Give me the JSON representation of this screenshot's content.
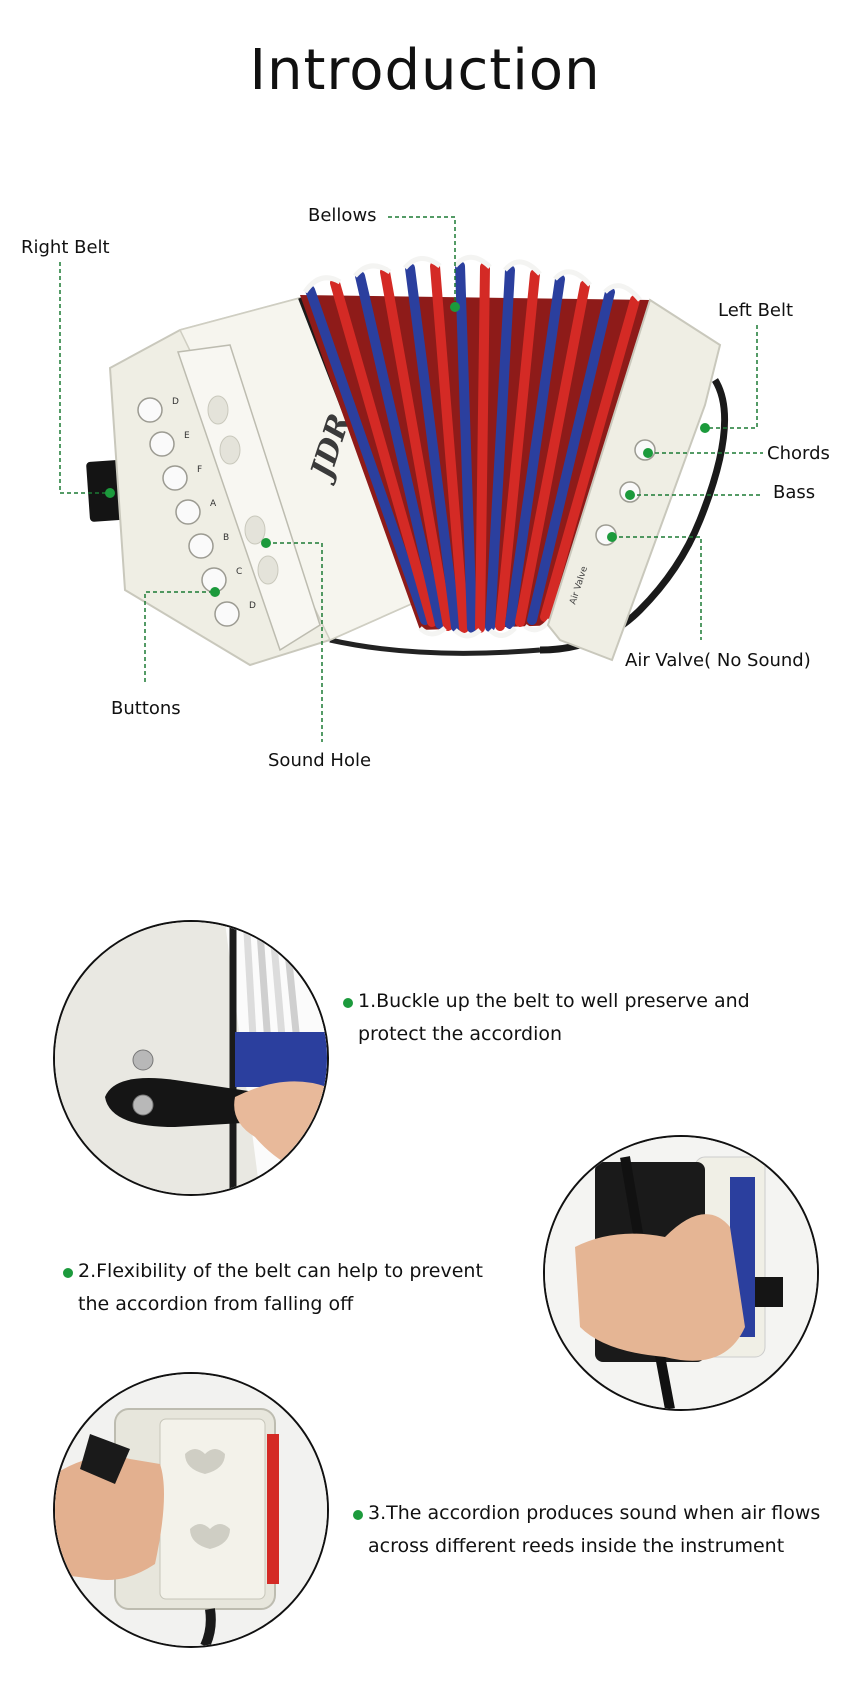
{
  "page": {
    "title": "Introduction"
  },
  "diagram": {
    "brand_logo": "JDR",
    "air_valve_engraving": "Air Valve",
    "button_letters": [
      "D",
      "E",
      "F",
      "A",
      "B",
      "C",
      "D"
    ],
    "labels": {
      "bellows": "Bellows",
      "right_belt": "Right Belt",
      "left_belt": "Left Belt",
      "chords": "Chords",
      "bass": "Bass",
      "air_valve": "Air Valve( No Sound)",
      "buttons": "Buttons",
      "sound_hole": "Sound Hole"
    },
    "colors": {
      "leader_line": "#1c7a34",
      "dot": "#1c9a3c",
      "body": "#f1f0e6",
      "bellows_red": "#d42a25",
      "bellows_blue": "#2b3f9e"
    }
  },
  "features": [
    {
      "text": "1.Buckle up the belt to well preserve and protect the accordion"
    },
    {
      "text": "2.Flexibility of the belt can help to prevent the accordion from falling off"
    },
    {
      "text": "3.The accordion produces sound when air flows across different reeds inside the instrument"
    }
  ]
}
